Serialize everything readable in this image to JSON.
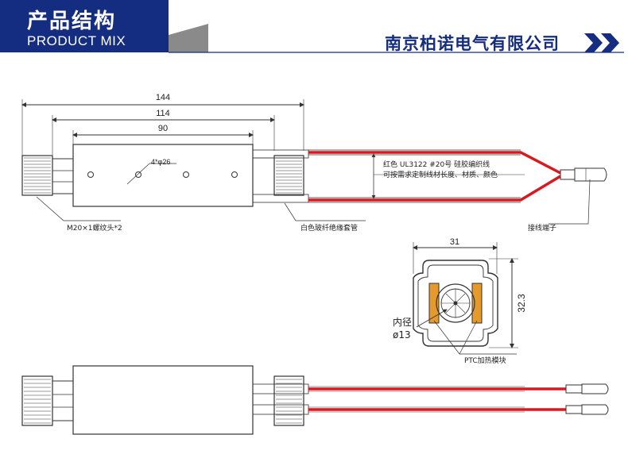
{
  "header": {
    "title": "产品结构",
    "subtitle": "PRODUCT MIX",
    "company": "南京柏诺电气有限公司",
    "brand_color": "#152d80",
    "arrow_icon": "double-chevron-right-icon"
  },
  "dimensions": {
    "overall_length": "144",
    "body_with_ends": "114",
    "body_length": "90",
    "width": "31",
    "height": "32.3",
    "holes": "4*φ26"
  },
  "labels": {
    "thread_head": "M20×1螺纹头*2",
    "sleeve": "白色玻纤绝缘套管",
    "wire_line1": "红色 UL3122 #20号 硅胶编织线",
    "wire_line2": "可按需求定制线材长度、材质、颜色",
    "terminal": "接线端子",
    "inner_diameter_label": "内径",
    "inner_diameter_value": "ø13",
    "ptc_module": "PTC加热模块"
  },
  "colors": {
    "wire": "#d8191f",
    "ptc": "#e59a2b",
    "line": "#333333"
  }
}
